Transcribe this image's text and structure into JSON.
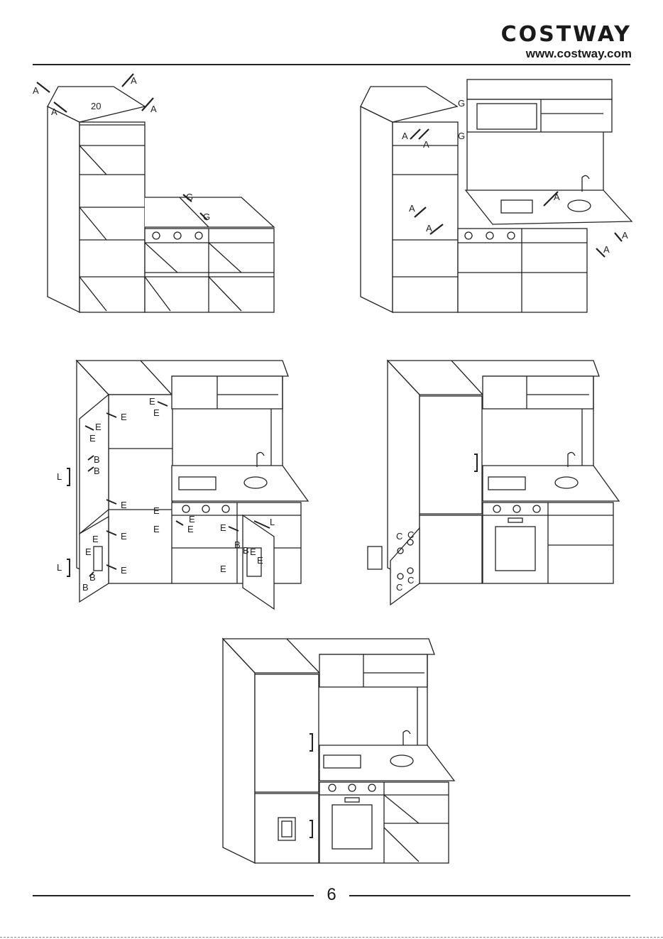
{
  "header": {
    "brand": "COSTWAY",
    "url": "www.costway.com"
  },
  "page_number": "6",
  "steps": [
    {
      "labels": {
        "screw_a": "A",
        "screw_g": "G",
        "board_no": "20"
      }
    },
    {
      "labels": {
        "screw_a": "A",
        "screw_g": "G"
      }
    },
    {
      "labels": {
        "hinge_e": "E",
        "screw_b": "B",
        "handle_l": "L"
      }
    },
    {
      "labels": {
        "part_c": "C"
      }
    },
    {
      "labels": {}
    }
  ]
}
